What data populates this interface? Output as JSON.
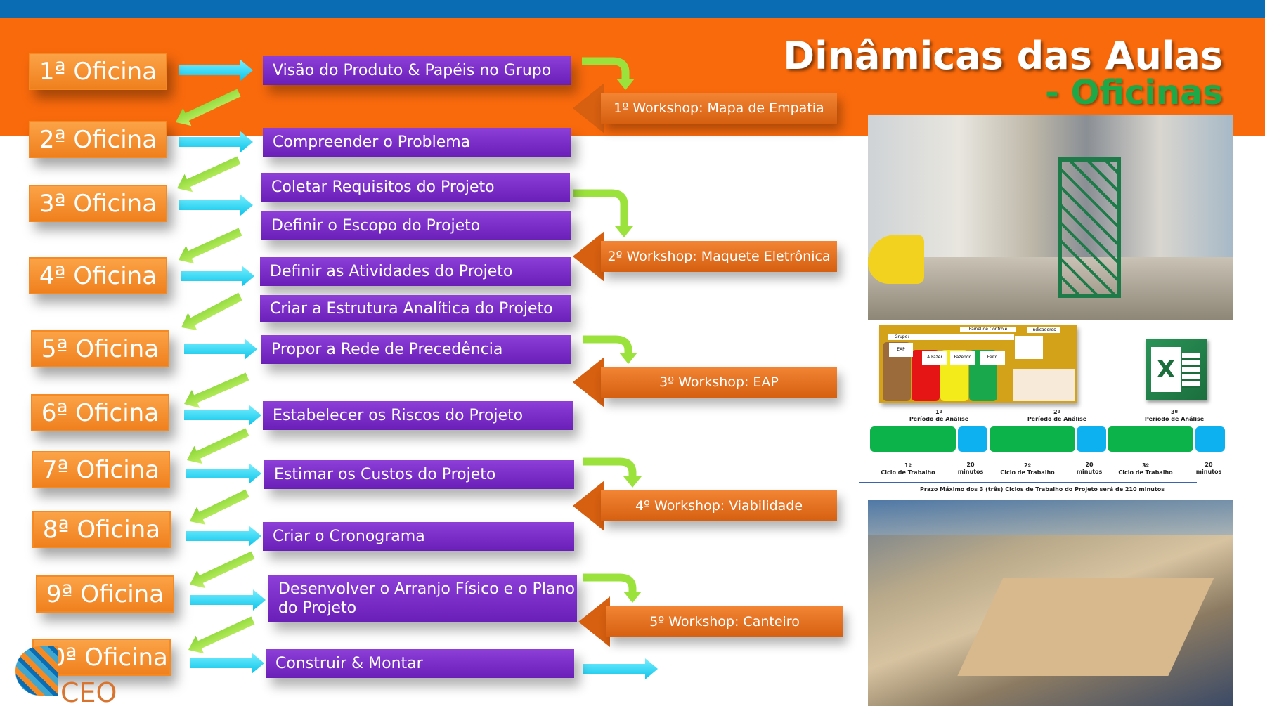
{
  "header": {
    "title": "Dinâmicas das Aulas",
    "subtitle": "- Oficinas"
  },
  "oficinas": [
    "1ª Oficina",
    "2ª Oficina",
    "3ª Oficina",
    "4ª Oficina",
    "5ª Oficina",
    "6ª Oficina",
    "7ª Oficina",
    "8ª Oficina",
    "9ª Oficina",
    "10ª Oficina"
  ],
  "steps": [
    "Visão do Produto & Papéis no Grupo",
    "Compreender o Problema",
    "Coletar Requisitos do Projeto",
    "Definir o Escopo do Projeto",
    "Definir as Atividades do Projeto",
    "Criar a Estrutura Analítica do Projeto",
    "Propor a Rede de Precedência",
    "Estabelecer os Riscos do Projeto",
    "Estimar os Custos do Projeto",
    "Criar o Cronograma",
    "Desenvolver o Arranjo Físico e o Plano do Projeto",
    "Construir & Montar"
  ],
  "workshops": [
    "1º Workshop: Mapa de Empatia",
    "2º Workshop: Maquete Eletrônica",
    "3º Workshop: EAP",
    "4º Workshop: Viabilidade",
    "5º Workshop: Canteiro"
  ],
  "board": {
    "painel": "Painel de Controle",
    "grupo": "Grupo:",
    "indicadores": "Indicadores",
    "eap": "EAP",
    "afazer": "A Fazer",
    "fazendo": "Fazendo",
    "feito": "Feito"
  },
  "timeline": {
    "periods": [
      "1º\nPeríodo de Análise",
      "2º\nPeríodo de Análise",
      "3º\nPeríodo de Análise"
    ],
    "cycles": [
      "1º\nCiclo de Trabalho",
      "2º\nCiclo de Trabalho",
      "3º\nCiclo de Trabalho"
    ],
    "minutes": "20\nminutos",
    "footer": "Prazo Máximo dos 3 (três) Ciclos de Trabalho do Projeto será de 210 minutos"
  },
  "logo": {
    "text": "CEO"
  },
  "colors": {
    "orange": "#f96a0c",
    "blue": "#0a6db3",
    "purple": "#7a2fc8",
    "green": "#1fa847",
    "cyan": "#19d6f5"
  }
}
